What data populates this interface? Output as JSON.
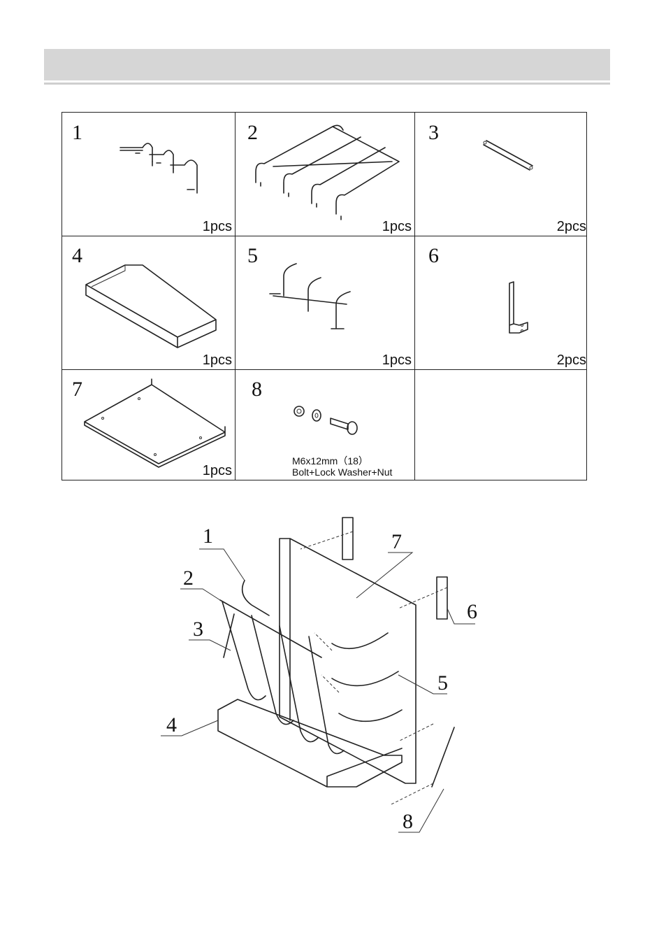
{
  "parts": [
    {
      "number": "1",
      "quantity": "1pcs",
      "icon": "hanger-rail-icon"
    },
    {
      "number": "2",
      "quantity": "1pcs",
      "icon": "tube-frame-icon"
    },
    {
      "number": "3",
      "quantity": "2pcs",
      "icon": "flat-bar-icon"
    },
    {
      "number": "4",
      "quantity": "1pcs",
      "icon": "base-tray-icon"
    },
    {
      "number": "5",
      "quantity": "1pcs",
      "icon": "hanger-rail-icon"
    },
    {
      "number": "6",
      "quantity": "2pcs",
      "icon": "bracket-icon"
    },
    {
      "number": "7",
      "quantity": "1pcs",
      "icon": "back-panel-icon"
    },
    {
      "number": "8",
      "spec_line1": "M6x12mm（18）",
      "spec_line2": "Bolt+Lock Washer+Nut",
      "icon": "bolt-set-icon"
    }
  ],
  "assembly_callouts": [
    "1",
    "2",
    "3",
    "4",
    "5",
    "6",
    "7",
    "8"
  ]
}
